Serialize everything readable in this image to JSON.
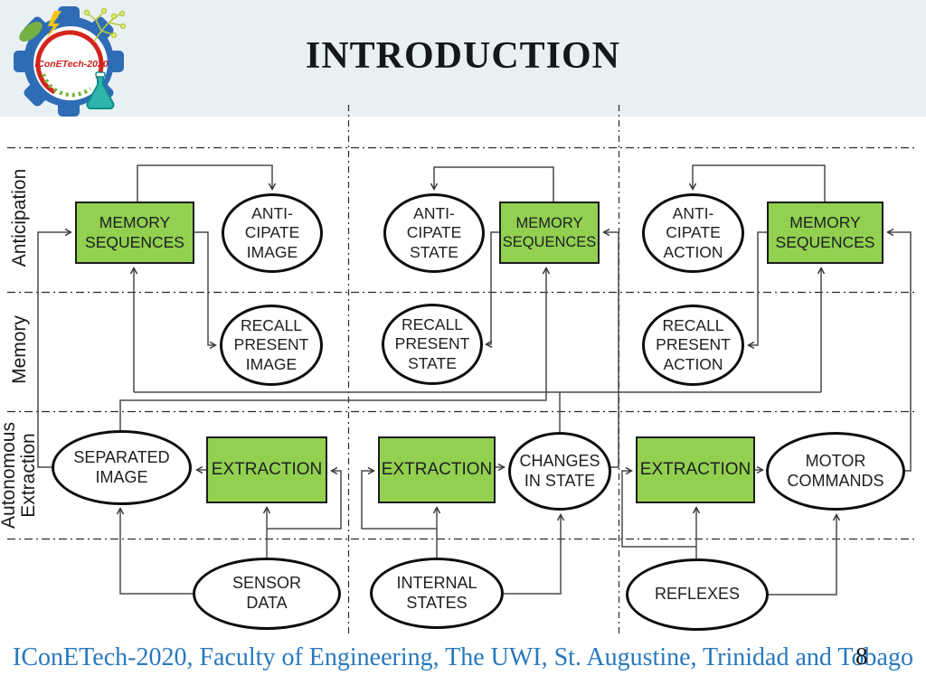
{
  "slide": {
    "title": "INTRODUCTION",
    "footer": "IConETech-2020, Faculty of Engineering, The UWI, St. Augustine, Trinidad and Tobago",
    "page_number": "8",
    "logo_text": "IConETech-2020"
  },
  "row_labels": {
    "anticipation": "Anticipation",
    "memory": "Memory",
    "autonomous_extraction": "Autonomous\nExtraction"
  },
  "nodes": {
    "memory_sequences_1": "MEMORY\nSEQUENCES",
    "memory_sequences_2": "MEMORY\nSEQUENCES",
    "memory_sequences_3": "MEMORY\nSEQUENCES",
    "anticipate_image": "ANTI-\nCIPATE\nIMAGE",
    "anticipate_state": "ANTI-\nCIPATE\nSTATE",
    "anticipate_action": "ANTI-\nCIPATE\nACTION",
    "recall_present_image": "RECALL\nPRESENT\nIMAGE",
    "recall_present_state": "RECALL\nPRESENT\nSTATE",
    "recall_present_action": "RECALL\nPRESENT\nACTION",
    "separated_image": "SEPARATED\nIMAGE",
    "extraction_1": "EXTRACTION",
    "extraction_2": "EXTRACTION",
    "extraction_3": "EXTRACTION",
    "changes_in_state": "CHANGES\nIN STATE",
    "motor_commands": "MOTOR\nCOMMANDS",
    "sensor_data": "SENSOR\nDATA",
    "internal_states": "INTERNAL\nSTATES",
    "reflexes": "REFLEXES"
  },
  "colors": {
    "box_green": "#92d050",
    "header_bg": "#e9f0f3",
    "footer_blue": "#2878be",
    "line": "#4a4a4a"
  }
}
